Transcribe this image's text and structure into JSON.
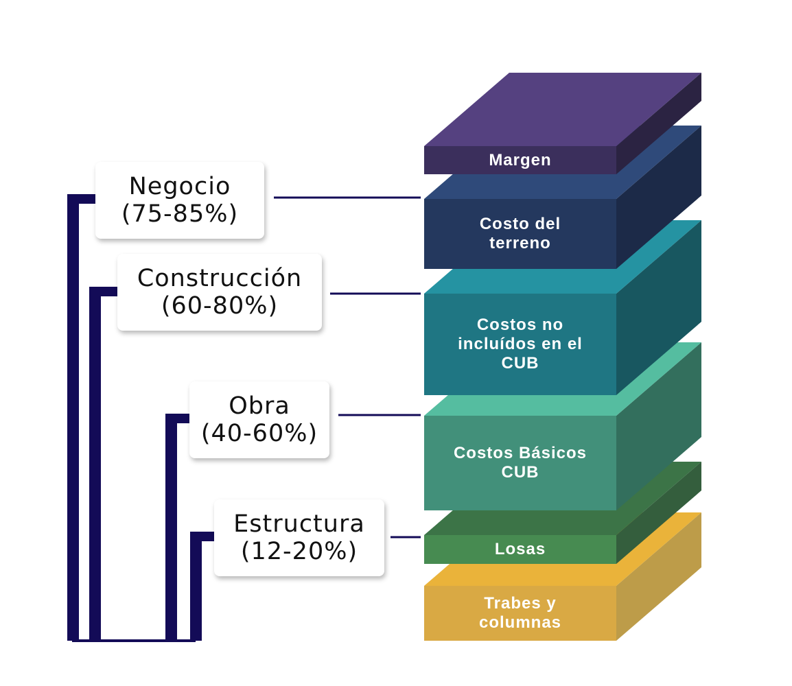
{
  "layers": [
    {
      "id": "margen",
      "lines": [
        "Margen"
      ],
      "colors": {
        "top": "#554180",
        "front": "#3b2f5c",
        "side": "#2b2342"
      }
    },
    {
      "id": "terreno",
      "lines": [
        "Costo del",
        "terreno"
      ],
      "colors": {
        "top": "#2f4a7a",
        "front": "#24385e",
        "side": "#1c2a48"
      }
    },
    {
      "id": "no-cub",
      "lines": [
        "Costos no",
        "incluídos en el",
        "CUB"
      ],
      "colors": {
        "top": "#2593a2",
        "front": "#1f7683",
        "side": "#185760"
      }
    },
    {
      "id": "cub",
      "lines": [
        "Costos Básicos",
        "CUB"
      ],
      "colors": {
        "top": "#55bda0",
        "front": "#42907a",
        "side": "#336f5d"
      }
    },
    {
      "id": "losas",
      "lines": [
        "Losas"
      ],
      "colors": {
        "top": "#3c7447",
        "front": "#478b51",
        "side": "#345e3d"
      }
    },
    {
      "id": "trabes",
      "lines": [
        "Trabes y",
        "columnas"
      ],
      "colors": {
        "top": "#eab33a",
        "front": "#d9a944",
        "side": "#bd9c49"
      }
    }
  ],
  "categories": [
    {
      "id": "negocio",
      "lines": [
        "Negocio",
        "(75-85%)"
      ]
    },
    {
      "id": "construccion",
      "lines": [
        "Construcción",
        "(60-80%)"
      ]
    },
    {
      "id": "obra",
      "lines": [
        "Obra",
        "(40-60%)"
      ]
    },
    {
      "id": "estructura",
      "lines": [
        "Estructura",
        "(12-20%)"
      ]
    }
  ],
  "bracket_color": "#130b57"
}
